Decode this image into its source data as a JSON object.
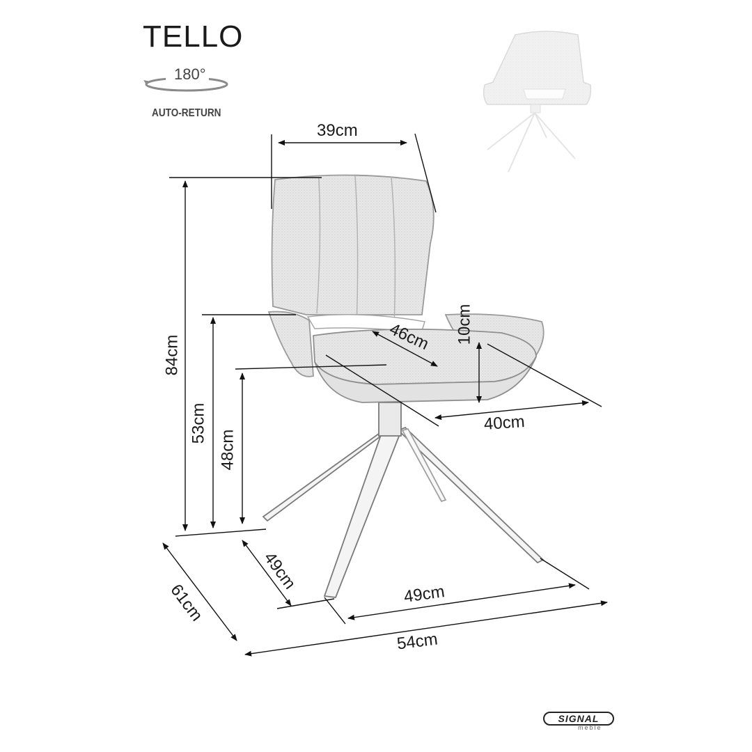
{
  "product": {
    "name": "TELLO",
    "rotation_label": "180°",
    "feature_label": "AUTO-RETURN"
  },
  "dimensions": {
    "back_width": "39cm",
    "total_height": "84cm",
    "armrest_height": "53cm",
    "seat_height": "48cm",
    "seat_diagonal": "46cm",
    "armrest_rise": "10cm",
    "seat_depth": "40cm",
    "base_depth": "49cm",
    "base_width": "49cm",
    "total_depth": "61cm",
    "total_width": "54cm"
  },
  "brand": {
    "logo_text": "SIGNAL",
    "logo_sub": "meble"
  }
}
